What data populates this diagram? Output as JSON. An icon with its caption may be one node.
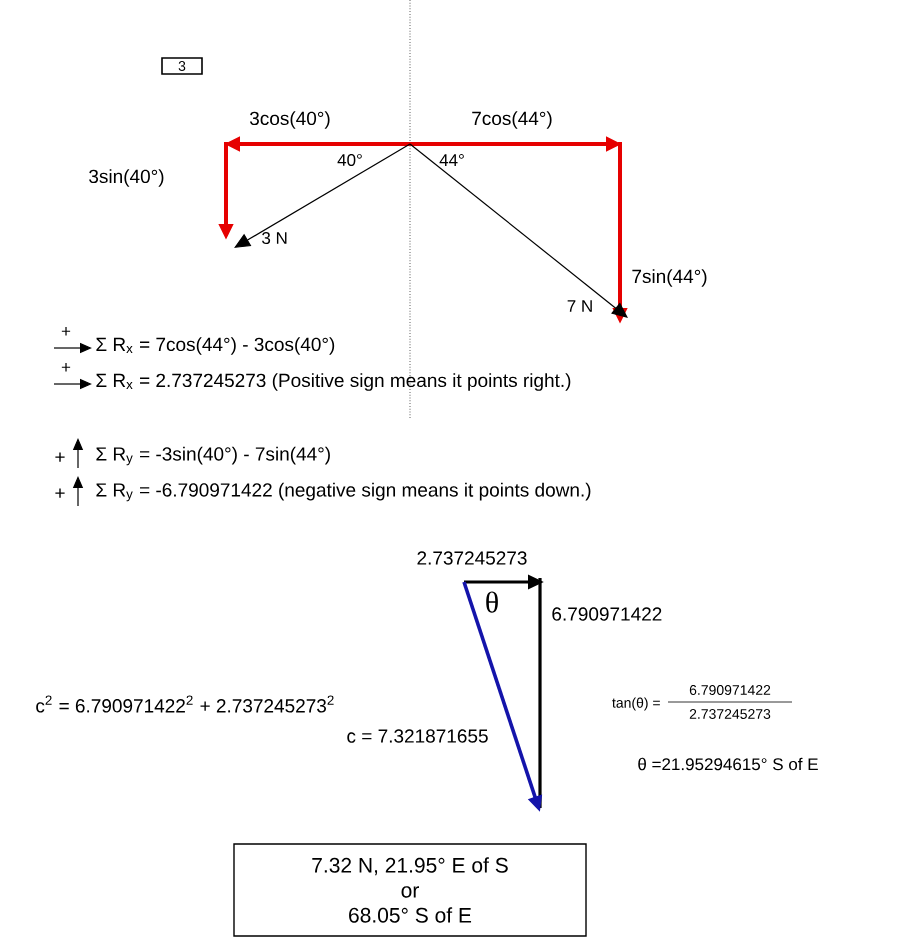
{
  "diagram": {
    "nodes": [
      {
        "text": [
          "3"
        ]
      },
      {
        "text": [
          "7.32 N, 21.95° E of S",
          "or",
          "68.05° S of E"
        ]
      }
    ],
    "edges": [],
    "labels": [
      "3cos(40°)",
      "7cos(44°)",
      "3sin(40°)",
      "40°",
      "44°",
      "3 N",
      "7sin(44°)",
      "7 N",
      "+",
      "Σ R$_{x}$ = 7cos(44°) - 3cos(40°)",
      "+",
      "Σ R$_{x}$ = 2.737245273 (Positive sign means it points right.)",
      "+",
      "Σ R$_{y}$ = -3sin(40°) - 7sin(44°)",
      "+",
      "Σ R$_{y}$ = -6.790971422 (negative sign means it points down.)",
      "2.737245273",
      "θ",
      "6.790971422",
      "c$^{2}$ = 6.790971422$^{2}$ + 2.737245273$^{2}$",
      "c = 7.321871655",
      "tan(θ) =",
      "6.790971422",
      "2.737245273",
      "θ =21.95294615° S of E"
    ]
  }
}
